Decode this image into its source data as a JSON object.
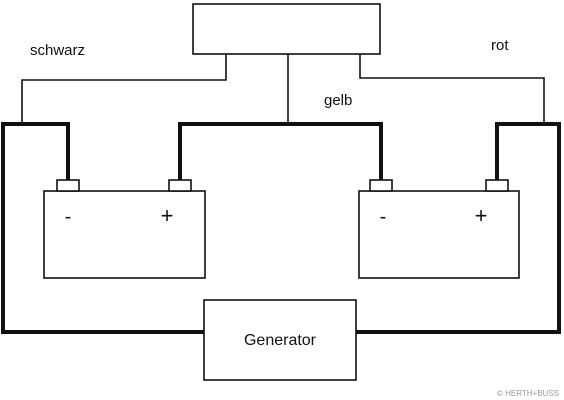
{
  "wire_labels": {
    "black": "schwarz",
    "red": "rot",
    "yellow": "gelb"
  },
  "battery_left": {
    "minus": "-",
    "plus": "+"
  },
  "battery_right": {
    "minus": "-",
    "plus": "+"
  },
  "generator": {
    "label": "Generator"
  },
  "watermark": "© HERTH+BUSS"
}
